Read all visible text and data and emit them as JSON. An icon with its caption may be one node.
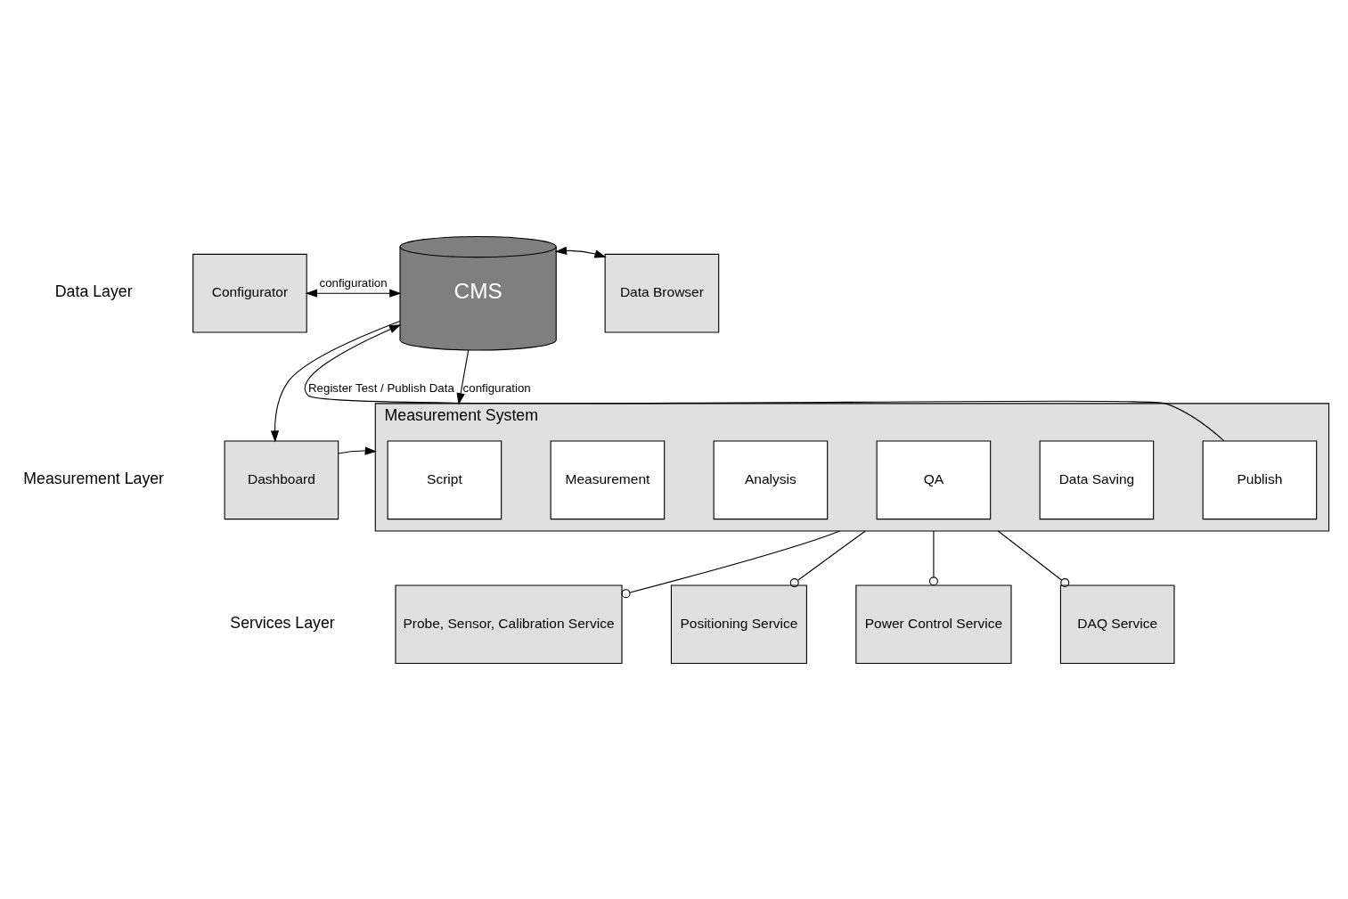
{
  "diagram": {
    "nodes": [
      {
        "text": [
          "Configurator"
        ]
      },
      {
        "text": [
          "CMS"
        ]
      },
      {
        "text": [
          "Data Browser"
        ]
      },
      {
        "text": [
          "Dashboard"
        ]
      },
      {
        "text": [
          "Measurement System"
        ]
      },
      {
        "text": [
          "Script"
        ],
        "in": 4
      },
      {
        "text": [
          "Measurement"
        ],
        "in": 4
      },
      {
        "text": [
          "Analysis"
        ],
        "in": 4
      },
      {
        "text": [
          "QA"
        ],
        "in": 4
      },
      {
        "text": [
          "Data Saving"
        ],
        "in": 4
      },
      {
        "text": [
          "Publish"
        ],
        "in": 4
      },
      {
        "text": [
          "Probe, Sensor, Calibration Service"
        ]
      },
      {
        "text": [
          "Positioning Service"
        ]
      },
      {
        "text": [
          "Power Control Service"
        ]
      },
      {
        "text": [
          "DAQ Service"
        ]
      }
    ],
    "edges": [
      {
        "from": 0,
        "to": 1,
        "arrow": "both",
        "label": "configuration"
      },
      {
        "from": 1,
        "to": 2,
        "arrow": "both"
      },
      {
        "from": 1,
        "to": 3,
        "arrow": "to"
      },
      {
        "from": 1,
        "to": 4,
        "arrow": "to",
        "label": "configuration"
      },
      {
        "from": 3,
        "to": 4,
        "arrow": "to"
      },
      {
        "from": 10,
        "to": 1,
        "arrow": "to",
        "label": "Register Test / Publish Data"
      },
      {
        "from": 4,
        "to": 11,
        "arrow": "other"
      },
      {
        "from": 4,
        "to": 12,
        "arrow": "other"
      },
      {
        "from": 4,
        "to": 13,
        "arrow": "other"
      },
      {
        "from": 4,
        "to": 14,
        "arrow": "other"
      }
    ],
    "labels": [
      "Data Layer",
      "Measurement Layer",
      "Services Layer"
    ]
  }
}
